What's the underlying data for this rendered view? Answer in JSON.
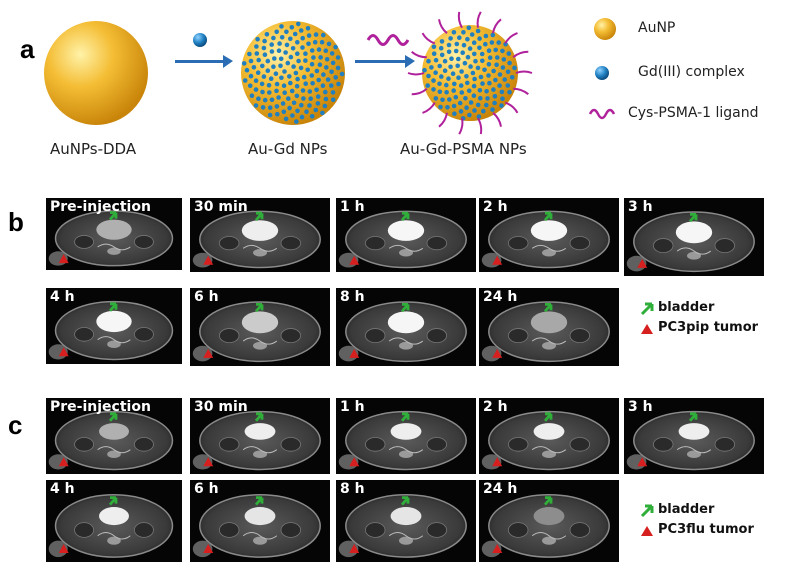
{
  "panel_a": {
    "letter": "a",
    "captions": [
      "AuNPs-DDA",
      "Au-Gd NPs",
      "Au-Gd-PSMA NPs"
    ],
    "legend": [
      {
        "label": "AuNP",
        "icon": "gold-sphere-icon"
      },
      {
        "label": "Gd(III) complex",
        "icon": "blue-dot-icon"
      },
      {
        "label": "Cys-PSMA-1 ligand",
        "icon": "purple-wave-icon"
      }
    ]
  },
  "panel_b": {
    "letter": "b",
    "timepoints": [
      "Pre-injection",
      "30 min",
      "1 h",
      "2 h",
      "3 h",
      "4 h",
      "6 h",
      "8 h",
      "24 h"
    ],
    "legend_bladder": "bladder",
    "legend_tumor": "PC3pip tumor"
  },
  "panel_c": {
    "letter": "c",
    "timepoints": [
      "Pre-injection",
      "30 min",
      "1 h",
      "2 h",
      "3 h",
      "4 h",
      "6 h",
      "8 h",
      "24 h"
    ],
    "legend_bladder": "bladder",
    "legend_tumor": "PC3flu tumor"
  },
  "colors": {
    "gold": "#e8a51c",
    "gd_blue": "#1f7fc0",
    "ligand_purple": "#b0229c",
    "arrow_blue": "#2a6db5",
    "bladder_marker": "#2fae3a",
    "tumor_marker": "#d61f1f"
  }
}
